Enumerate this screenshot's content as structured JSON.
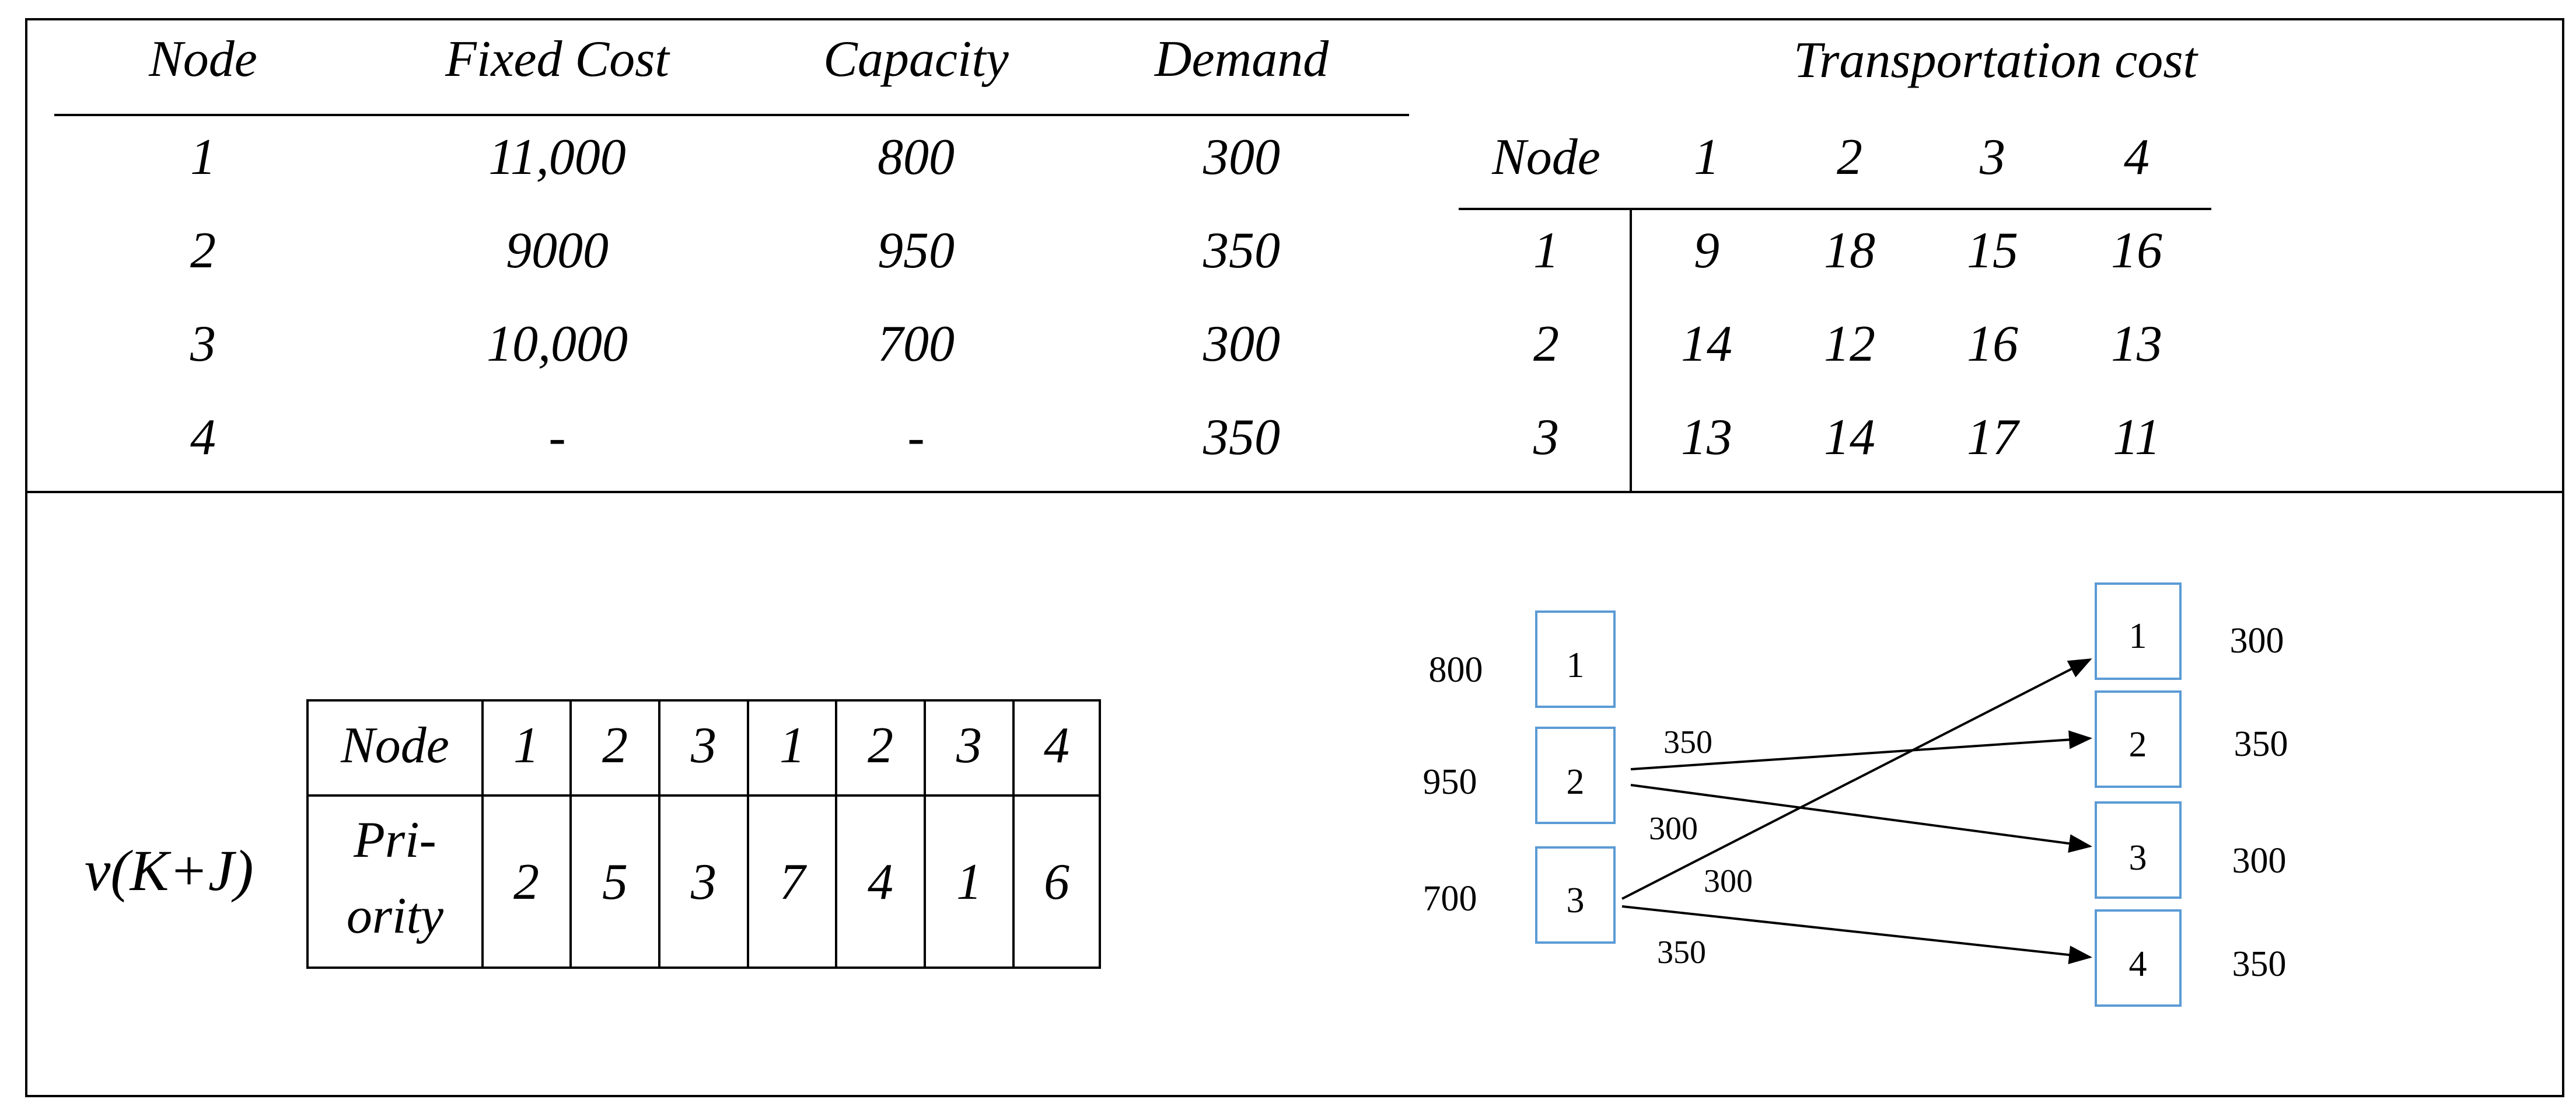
{
  "colors": {
    "line": "#000000",
    "node_box": "#5b9bd5",
    "arrow": "#000000"
  },
  "node_table": {
    "headers": [
      "Node",
      "Fixed Cost",
      "Capacity",
      "Demand"
    ],
    "rows": [
      [
        "1",
        "11,000",
        "800",
        "300"
      ],
      [
        "2",
        "9000",
        "950",
        "350"
      ],
      [
        "3",
        "10,000",
        "700",
        "300"
      ],
      [
        "4",
        "-",
        "-",
        "350"
      ]
    ]
  },
  "transport_table": {
    "title": "Transportation cost",
    "headers": [
      "Node",
      "1",
      "2",
      "3",
      "4"
    ],
    "rows": [
      [
        "1",
        "9",
        "18",
        "15",
        "16"
      ],
      [
        "2",
        "14",
        "12",
        "16",
        "13"
      ],
      [
        "3",
        "13",
        "14",
        "17",
        "11"
      ]
    ]
  },
  "priority_table": {
    "label": "v(K+J)",
    "header_label": "Node",
    "nodes": [
      "1",
      "2",
      "3",
      "1",
      "2",
      "3",
      "4"
    ],
    "row_label_line1": "Pri-",
    "row_label_line2": "ority",
    "priorities": [
      "2",
      "5",
      "3",
      "7",
      "4",
      "1",
      "6"
    ]
  },
  "network": {
    "sources": [
      {
        "id": "1",
        "capacity": "800"
      },
      {
        "id": "2",
        "capacity": "950"
      },
      {
        "id": "3",
        "capacity": "700"
      }
    ],
    "sinks": [
      {
        "id": "1",
        "demand": "300"
      },
      {
        "id": "2",
        "demand": "350"
      },
      {
        "id": "3",
        "demand": "300"
      },
      {
        "id": "4",
        "demand": "350"
      }
    ],
    "flows": [
      {
        "from": "2",
        "to": "2",
        "amount": "350"
      },
      {
        "from": "2",
        "to": "3",
        "amount": "300"
      },
      {
        "from": "3",
        "to": "1",
        "amount": "300"
      },
      {
        "from": "3",
        "to": "4",
        "amount": "350"
      }
    ]
  }
}
